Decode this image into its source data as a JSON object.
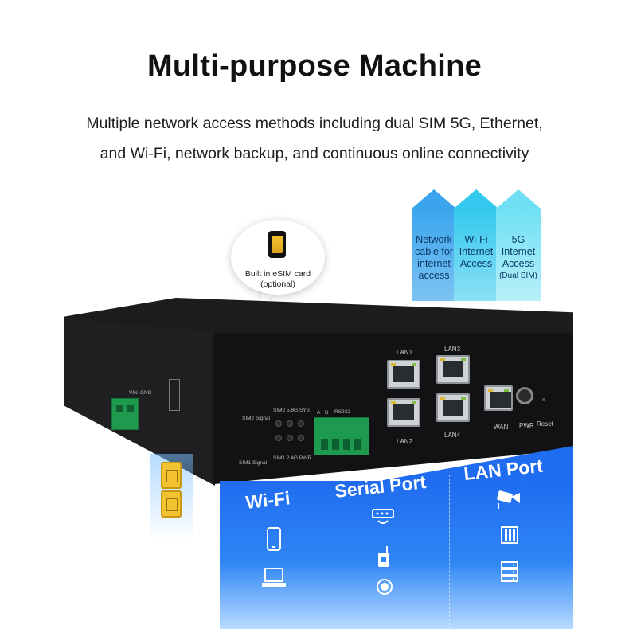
{
  "heading": {
    "title": "Multi-purpose Machine",
    "subtitle_line1": "Multiple network access methods including dual SIM 5G, Ethernet,",
    "subtitle_line2": "and Wi-Fi, network backup, and continuous online connectivity"
  },
  "arrows": [
    {
      "line1": "Network",
      "line2": "cable for",
      "line3": "internet",
      "line4": "access",
      "color": "#3aa5ee"
    },
    {
      "line1": "Wi-Fi",
      "line2": "Internet",
      "line3": "Access",
      "line4": "",
      "color": "#35c8ee"
    },
    {
      "line1": "5G",
      "line2": "Internet",
      "line3": "Access",
      "line4": "(Dual SIM)",
      "color": "#6fe0f4"
    }
  ],
  "bubble": {
    "line1": "Built in eSIM card",
    "line2": "(optional)",
    "icon": "sim-chip-icon"
  },
  "device": {
    "lan1": "LAN1",
    "lan2": "LAN2",
    "lan3": "LAN3",
    "lan4": "LAN4",
    "wan": "WAN",
    "pwr": "PWR",
    "reset": "Reset",
    "rs232": "RS232",
    "a": "A",
    "b": "B",
    "vin": "VIN",
    "gnd": "GND",
    "sim2_signal": "SIM2 Signal",
    "sim1_signal": "SIM1 Signal",
    "top_leds": "SIM2 5.8G SYS",
    "bottom_leds": "SIM1 2.4G PWR"
  },
  "panel": {
    "wifi": {
      "title": "Wi-Fi",
      "icons": [
        "phone-icon",
        "laptop-icon"
      ]
    },
    "serial": {
      "title": "Serial Port",
      "icons": [
        "meter-icon",
        "sensor-icon",
        "alarm-icon"
      ]
    },
    "lan": {
      "title": "LAN Port",
      "icons": [
        "camera-icon",
        "switch-icon",
        "server-icon"
      ]
    },
    "colors": {
      "top": "#1f6cf0",
      "bottom": "#b9dbff"
    }
  }
}
